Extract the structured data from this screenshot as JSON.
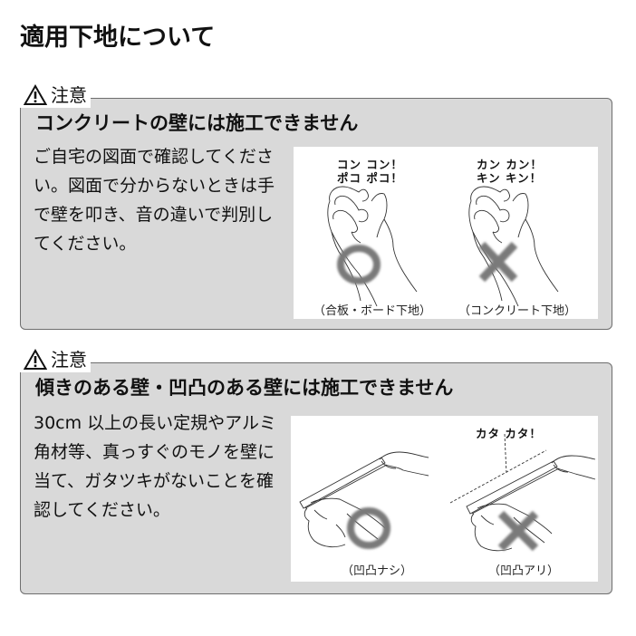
{
  "page": {
    "title": "適用下地について"
  },
  "notices": [
    {
      "label": "注意",
      "label_icon": "warning-triangle-icon",
      "heading": "コンクリートの壁には施工できません",
      "body": "ご自宅の図面で確認してください。図面で分からないときは手で壁を叩き、音の違いで判別してください。",
      "illustration": {
        "panels": [
          {
            "sound_line1": "コン コン！",
            "sound_line2": "ポコ ポコ！",
            "mark": "circle-ok-icon",
            "caption": "（合板・ボード下地）"
          },
          {
            "sound_line1": "カン カン！",
            "sound_line2": "キン キン！",
            "mark": "cross-ng-icon",
            "caption": "（コンクリート下地）"
          }
        ]
      }
    },
    {
      "label": "注意",
      "label_icon": "warning-triangle-icon",
      "heading": "傾きのある壁・凹凸のある壁には施工できません",
      "body": "30cm 以上の長い定規やアルミ角材等、真っすぐのモノを壁に当て、ガタツキがないことを確認してください。",
      "illustration": {
        "panels": [
          {
            "sound_line1": "",
            "mark": "circle-ok-icon",
            "caption": "（凹凸ナシ）"
          },
          {
            "sound_line1": "カタ カタ！",
            "mark": "cross-ng-icon",
            "caption": "（凹凸アリ）"
          }
        ]
      }
    }
  ],
  "colors": {
    "box_background": "#d9d9d9",
    "box_border": "#6e6e6e",
    "mark_gray": "#7a7a7a",
    "text": "#111111"
  }
}
